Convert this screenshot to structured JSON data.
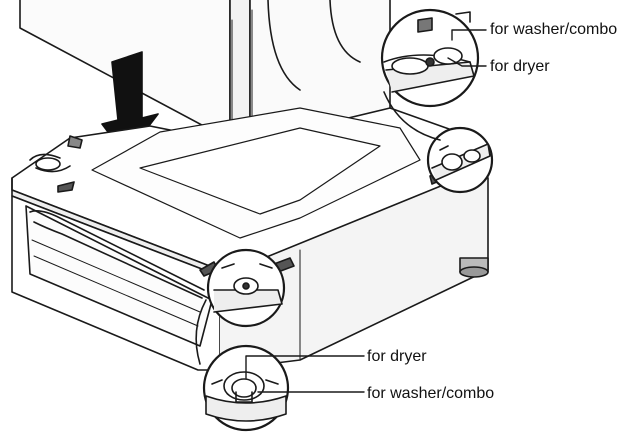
{
  "callouts": {
    "top": {
      "washer_label": "for washer/combo",
      "dryer_label": "for dryer"
    },
    "bottom": {
      "dryer_label": "for dryer",
      "washer_label": "for washer/combo"
    }
  },
  "colors": {
    "line": "#1a1a1a",
    "shade": "#dcdcdc",
    "arrow": "#111111"
  }
}
